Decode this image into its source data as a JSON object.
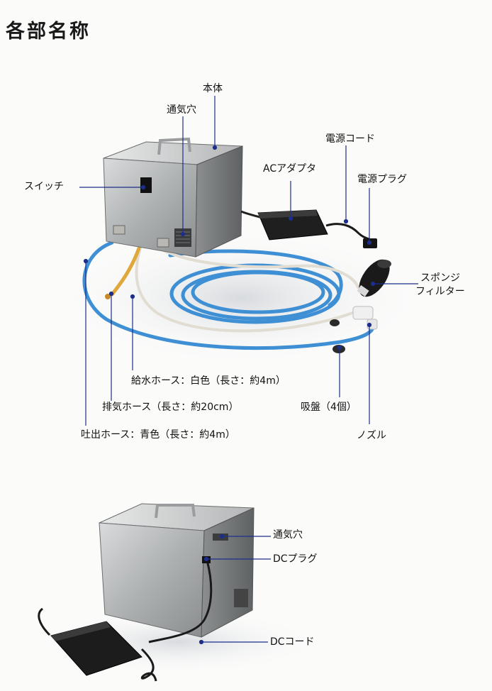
{
  "page": {
    "title": "各部名称"
  },
  "top_figure": {
    "labels": {
      "body": "本体",
      "vent": "通気穴",
      "power_cord": "電源コード",
      "ac_adapter": "ACアダプタ",
      "power_plug": "電源プラグ",
      "switch": "スイッチ",
      "sponge_filter_line1": "スポンジ",
      "sponge_filter_line2": "フィルター",
      "supply_hose": "給水ホース：白色（長さ：約4m）",
      "exhaust_hose": "排気ホース（長さ：約20cm）",
      "suction_cup": "吸盤（4個）",
      "discharge_hose": "吐出ホース：青色（長さ：約4m）",
      "nozzle": "ノズル"
    }
  },
  "bottom_figure": {
    "labels": {
      "vent": "通気穴",
      "dc_plug": "DCプラグ",
      "dc_cord": "DCコード"
    }
  },
  "colors": {
    "leader_line": "#1c2f8a",
    "hose_blue": "#3f8fd4",
    "hose_white": "#e8e4dc",
    "exhaust_hose": "#e0a83a",
    "steel_light": "#c7c9c9",
    "steel_dark": "#7b7e80"
  }
}
